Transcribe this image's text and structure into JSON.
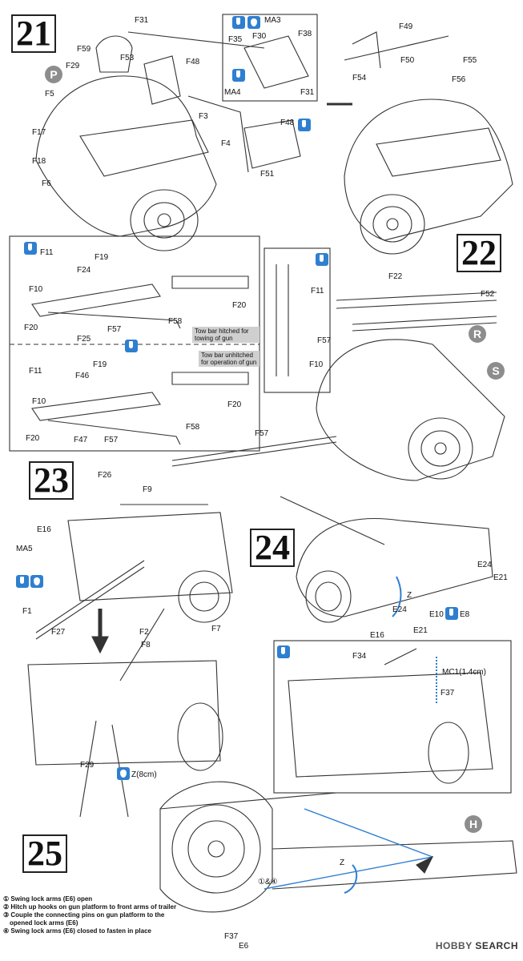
{
  "steps": [
    "21",
    "22",
    "23",
    "24",
    "25"
  ],
  "step21": {
    "labels": [
      "F31",
      "MA3",
      "F38",
      "F59",
      "F53",
      "F35",
      "F30",
      "F29",
      "F48",
      "MA4",
      "F31",
      "F5",
      "F3",
      "F17",
      "F4",
      "F18",
      "F6",
      "F48",
      "F51"
    ],
    "badge": "P"
  },
  "step21b": {
    "labels": [
      "F49",
      "F54",
      "F50",
      "F55",
      "F56"
    ]
  },
  "step22a": {
    "labels": [
      "F11",
      "F19",
      "F24",
      "F10",
      "F20",
      "F25",
      "F57",
      "F58",
      "F20"
    ],
    "note_towing": "Tow bar hitched for towing of gun",
    "note_operation": "Tow bar unhitched for operation of gun",
    "labels2": [
      "F11",
      "F19",
      "F46",
      "F10",
      "F20",
      "F47",
      "F57",
      "F58",
      "F20"
    ]
  },
  "step22b": {
    "labels": [
      "F11",
      "F57",
      "F10",
      "F22",
      "F52",
      "F57"
    ],
    "badges": [
      "R",
      "S"
    ]
  },
  "step23": {
    "labels": [
      "F26",
      "F9",
      "E16",
      "MA5",
      "F1",
      "F27",
      "F2",
      "F8",
      "F7",
      "F29",
      "Z(8cm)"
    ]
  },
  "step24": {
    "labels": [
      "E24",
      "E21",
      "Z",
      "E24",
      "E10",
      "E8",
      "E16",
      "E21"
    ]
  },
  "step24b": {
    "labels": [
      "F34",
      "MC1(1.4cm)",
      "F37"
    ]
  },
  "step25": {
    "labels": [
      "Z",
      "①&④",
      "F37",
      "E6"
    ],
    "badge": "H",
    "instructions": [
      "① Swing lock arms (E6) open",
      "② Hitch up hooks on gun platform to front arms of trailer",
      "③ Couple the connecting pins on gun platform to the",
      "opened lock arms (E6)",
      "④ Swing lock arms (E6) closed to fasten in place"
    ]
  },
  "watermark": {
    "brand": "HOBBY",
    "suffix": "SEARCH"
  }
}
